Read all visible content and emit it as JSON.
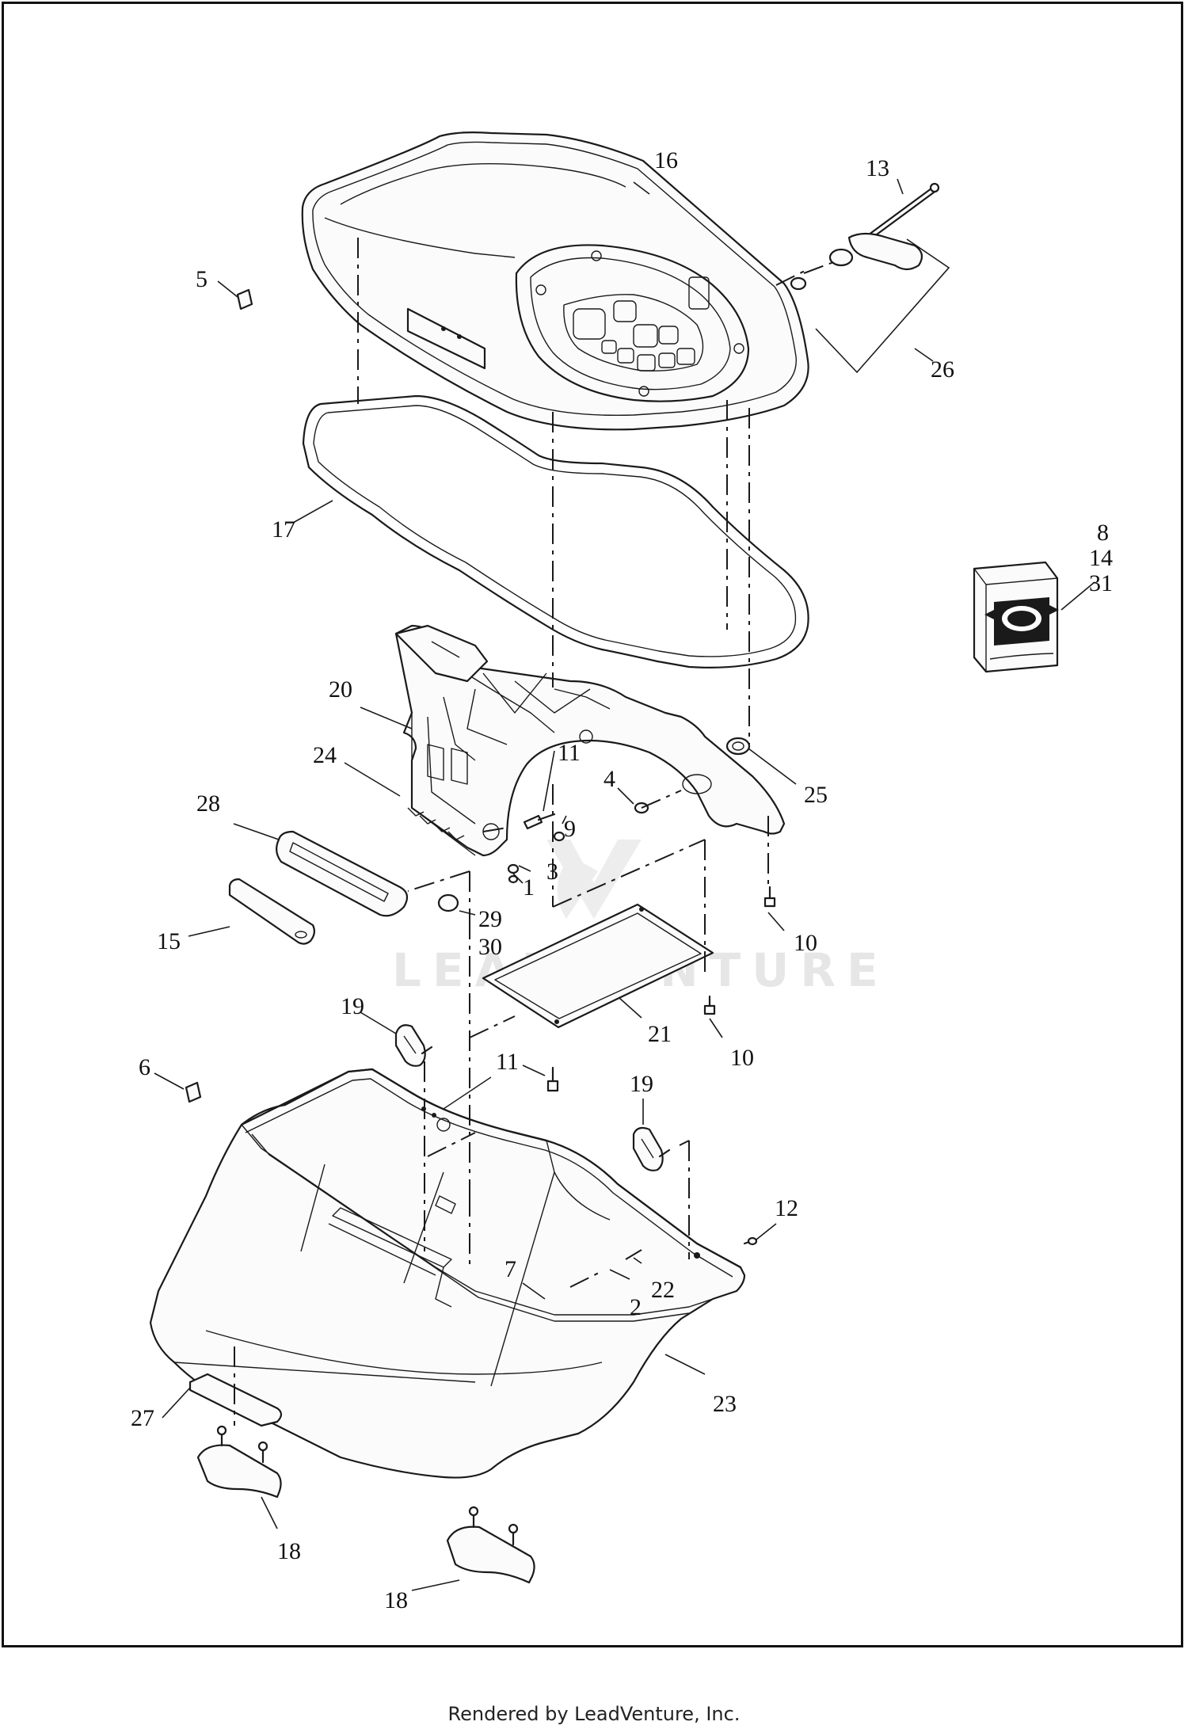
{
  "diagram": {
    "watermark": "LEADVENTURE",
    "footer": "Rendered by LeadVenture, Inc.",
    "callouts": {
      "c1": "1",
      "c2": "2",
      "c3": "3",
      "c4": "4",
      "c5": "5",
      "c6": "6",
      "c7": "7",
      "c8": "8",
      "c9": "9",
      "c10a": "10",
      "c10b": "10",
      "c11a": "11",
      "c11b": "11",
      "c12": "12",
      "c13": "13",
      "c14": "14",
      "c15": "15",
      "c16": "16",
      "c17": "17",
      "c18a": "18",
      "c18b": "18",
      "c19a": "19",
      "c19b": "19",
      "c20": "20",
      "c21": "21",
      "c22": "22",
      "c23": "23",
      "c24": "24",
      "c25": "25",
      "c26": "26",
      "c27": "27",
      "c28": "28",
      "c29": "29",
      "c30": "30",
      "c31": "31"
    },
    "icons": [
      "genuine-motor-parts-box-icon"
    ]
  }
}
